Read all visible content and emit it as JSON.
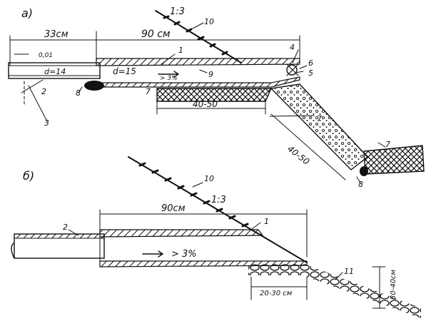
{
  "part_a": {
    "label": "а)",
    "dim_left": "33см",
    "dim_top": "90 см",
    "dim_small": "0,01",
    "dia_inner": "d=14",
    "dia_outer": "d=15",
    "slope_text": "> 3%",
    "dim_bottom": "40-50",
    "dim_slope": "40-50",
    "bank_slope": "1:3",
    "callouts": [
      "1",
      "2",
      "3",
      "4",
      "5",
      "6",
      "7",
      "7",
      "7",
      "8",
      "8",
      "9",
      "10"
    ]
  },
  "part_b": {
    "label": "б)",
    "dim_top": "90см",
    "slope_text": "> 3%",
    "bank_slope": "1:3",
    "dim_bottom": "20-30 см",
    "dim_vertical": "30-40см",
    "callouts": [
      "1",
      "2",
      "10",
      "11"
    ]
  },
  "palette": {
    "ink": "#111111",
    "paper": "#ffffff"
  }
}
